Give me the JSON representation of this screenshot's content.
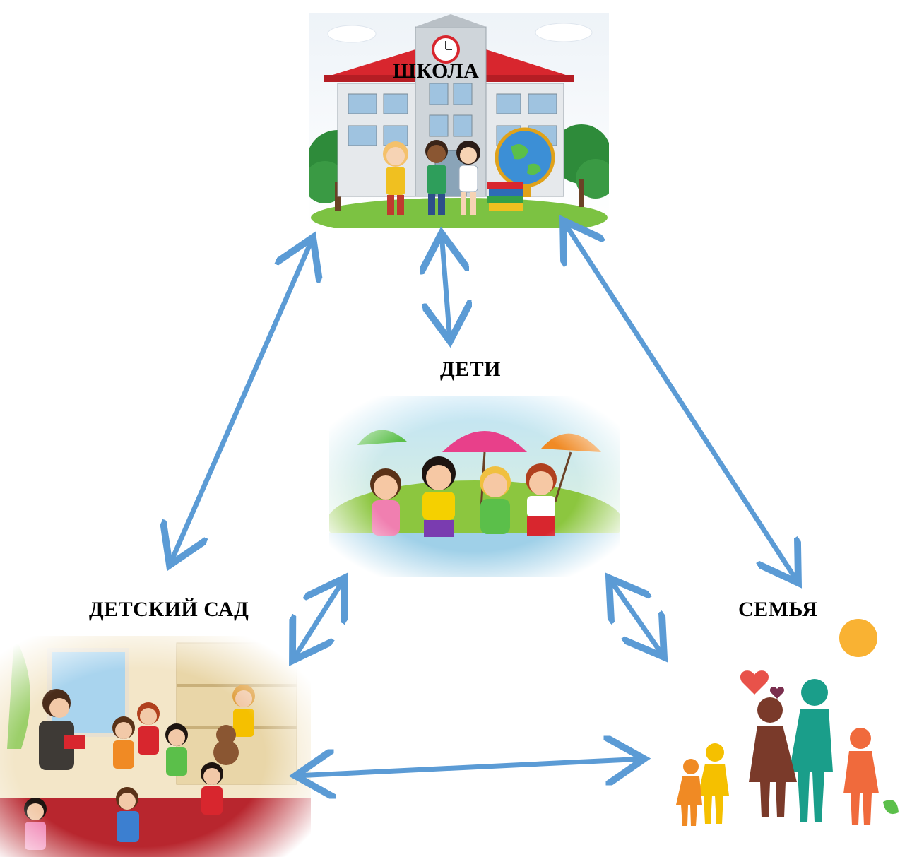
{
  "nodes": {
    "school": {
      "label": "ШКОЛА"
    },
    "children": {
      "label": "ДЕТИ"
    },
    "kindergarten": {
      "label": "ДЕТСКИЙ САД"
    },
    "family": {
      "label": "СЕМЬЯ"
    }
  },
  "colors": {
    "arrow": "#5b9bd5"
  },
  "edges": [
    {
      "from": "school",
      "to": "children",
      "direction": "both"
    },
    {
      "from": "school",
      "to": "kindergarten",
      "direction": "both"
    },
    {
      "from": "school",
      "to": "family",
      "direction": "both"
    },
    {
      "from": "children",
      "to": "kindergarten",
      "direction": "both"
    },
    {
      "from": "children",
      "to": "family",
      "direction": "both"
    },
    {
      "from": "kindergarten",
      "to": "family",
      "direction": "both"
    }
  ]
}
